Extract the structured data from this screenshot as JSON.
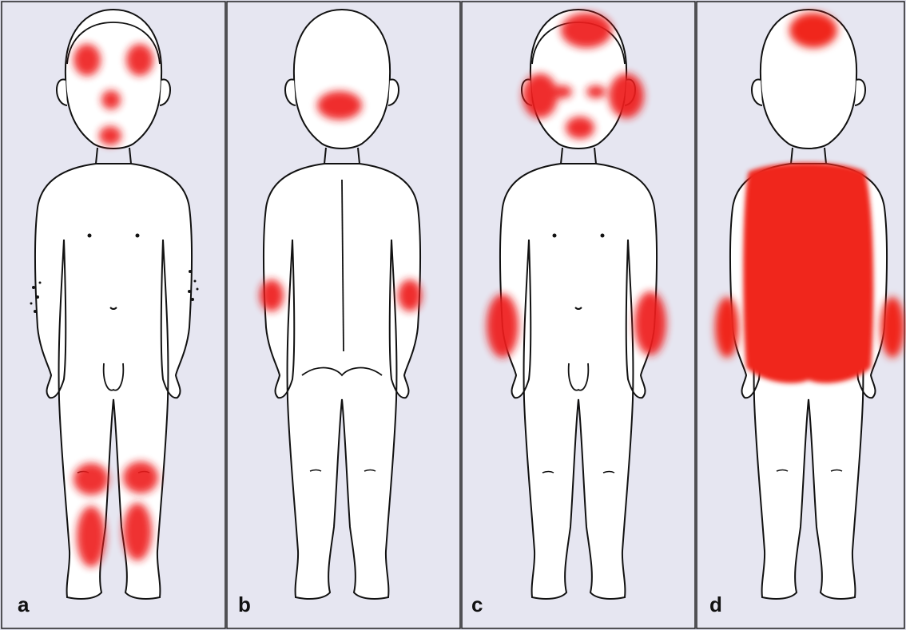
{
  "colors": {
    "background": "#dcdce8",
    "panel": "#e6e6f1",
    "outline": "#111111",
    "lesion": "#ee1c1c",
    "lesion_dense": "#f0261a"
  },
  "panels": [
    {
      "label": "a"
    },
    {
      "label": "b"
    },
    {
      "label": "c"
    },
    {
      "label": "d"
    }
  ]
}
